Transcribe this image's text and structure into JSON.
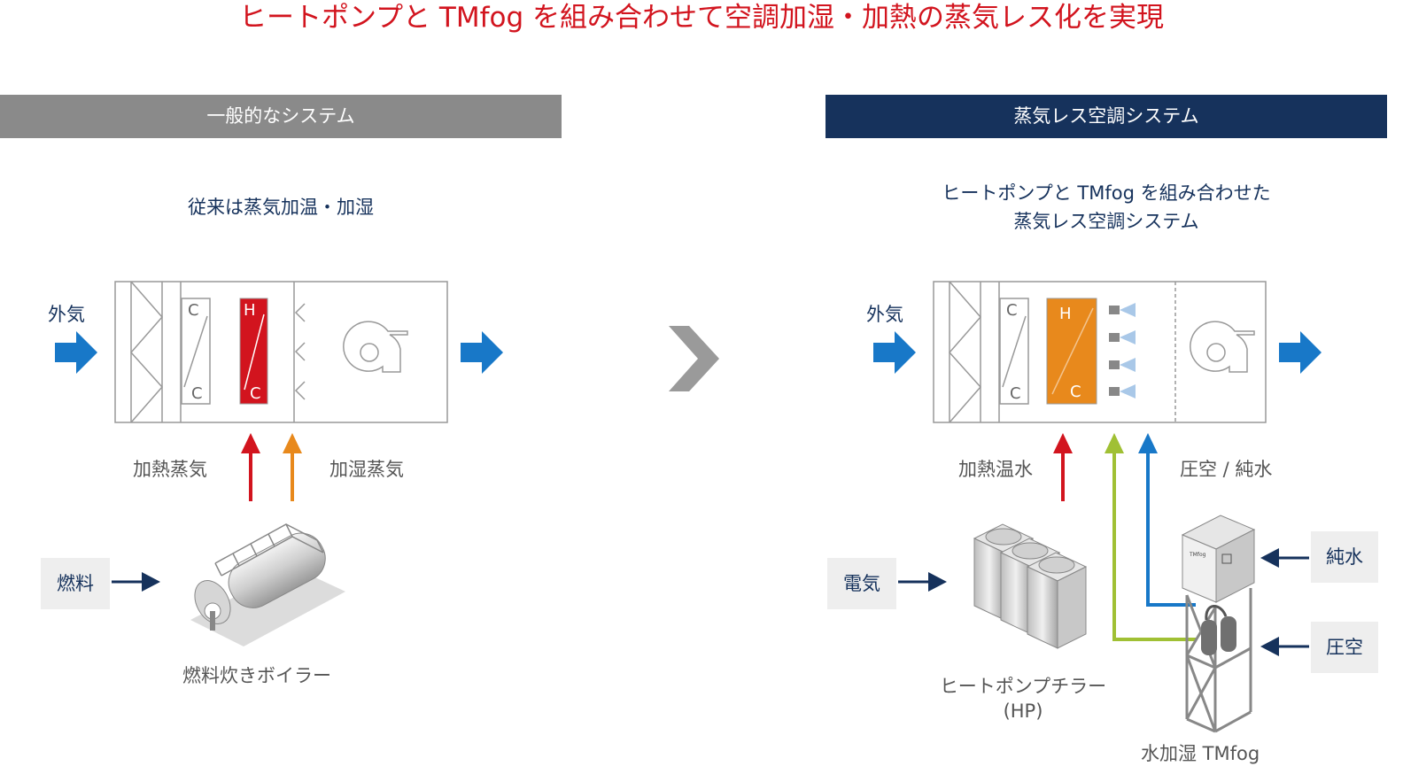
{
  "title": "ヒートポンプと TMfog を組み合わせて空調加湿・加熱の蒸気レス化を実現",
  "left": {
    "header": "一般的なシステム",
    "caption": "従来は蒸気加温・加湿",
    "outside_air": "外気",
    "coil_c_top": "C",
    "coil_c_bottom": "C",
    "coil_h_top": "H",
    "coil_h_bottom": "C",
    "heating_steam": "加熱蒸気",
    "humid_steam": "加湿蒸気",
    "fuel": "燃料",
    "boiler": "燃料炊きボイラー"
  },
  "right": {
    "header": "蒸気レス空調システム",
    "caption_line1": "ヒートポンプと TMfog を組み合わせた",
    "caption_line2": "蒸気レス空調システム",
    "outside_air": "外気",
    "coil_c_top": "C",
    "coil_c_bottom": "C",
    "coil_h_top": "H",
    "coil_h_bottom": "C",
    "heating_water": "加熱温水",
    "air_water": "圧空 / 純水",
    "electricity": "電気",
    "hp_line1": "ヒートポンプチラー",
    "hp_line2": "(HP)",
    "pure_water": "純水",
    "compressed_air": "圧空",
    "tmfog": "水加湿 TMfog",
    "tmfog_badge": "TMfog"
  },
  "colors": {
    "title_red": "#d2141e",
    "navy": "#16325c",
    "gray_header": "#8a8a8a",
    "blue_arrow": "#1878c8",
    "red_coil": "#d2141e",
    "orange": "#e8891c",
    "green": "#a0c034",
    "blue_line": "#1878c8"
  }
}
